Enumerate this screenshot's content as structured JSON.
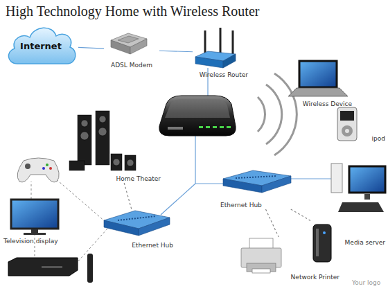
{
  "diagram": {
    "title": "High Technology Home with Wireless Router",
    "nodes": [
      {
        "text": [
          "Internet"
        ]
      },
      {
        "text": [
          "ADSL Modem"
        ]
      },
      {
        "text": [
          "Wireless Router"
        ]
      },
      {
        "text": [
          "Wireless Device"
        ]
      },
      {
        "text": [
          "ipod"
        ]
      },
      {
        "text": [
          "Home Theater"
        ]
      },
      {
        "text": [
          "Ethernet Hub"
        ]
      },
      {
        "text": [
          "Television display"
        ]
      },
      {
        "text": [
          "Ethernet Hub"
        ]
      },
      {
        "text": [
          "Network Printer"
        ]
      },
      {
        "text": [
          "Media server"
        ]
      }
    ],
    "edges": [
      {
        "from": 0,
        "to": 1,
        "arrow": "none"
      },
      {
        "from": 1,
        "to": 2,
        "arrow": "none"
      },
      {
        "from": 5,
        "to": 8,
        "arrow": "none"
      },
      {
        "from": 6,
        "to": 9,
        "arrow": "none"
      },
      {
        "from": 6,
        "to": 10,
        "arrow": "none"
      }
    ],
    "labels": [
      "Your logo"
    ]
  }
}
